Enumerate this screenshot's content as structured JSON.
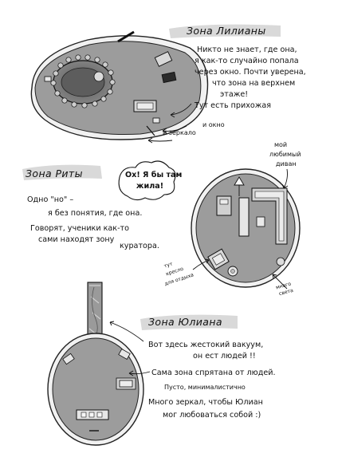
{
  "zones": {
    "liliana": {
      "title": "Зона Лилианы",
      "lines": [
        "Никто не знает, где она,",
        "я как-то случайно попала",
        "через окно. Почти уверена,",
        "что зона на верхнем",
        "этаже!"
      ],
      "annotations": {
        "hall": "Тут есть прихожая",
        "window": "и окно",
        "mirror": "и зеркало"
      }
    },
    "rita": {
      "title": "Зона Риты",
      "bubble_lines": [
        "Ох! Я бы там",
        "жила!"
      ],
      "lines": [
        "Одно \"но\" –",
        "я без понятия, где она.",
        "Говорят, ученики как-то",
        "сами находят зону",
        "куратора."
      ],
      "annotations": {
        "sofa": [
          "мой",
          "любимый",
          "диван"
        ],
        "chair": [
          "тут",
          "кресло",
          "для отдыха"
        ],
        "many": [
          "много",
          "света"
        ]
      }
    },
    "yuliana": {
      "title": "Зона Юлиана",
      "lines": [
        "Вот здесь жестокий вакуум,",
        "он ест людей !!",
        "Сама зона спрятана от людей.",
        "Пусто, минималистично",
        "Много зеркал, чтобы Юлиан",
        "мог любоваться собой :)"
      ]
    }
  },
  "colors": {
    "room_fill": "#9c9c9c",
    "room_dark": "#6e6e6e",
    "highlight": "#dcdcdc",
    "ink": "#111111"
  }
}
